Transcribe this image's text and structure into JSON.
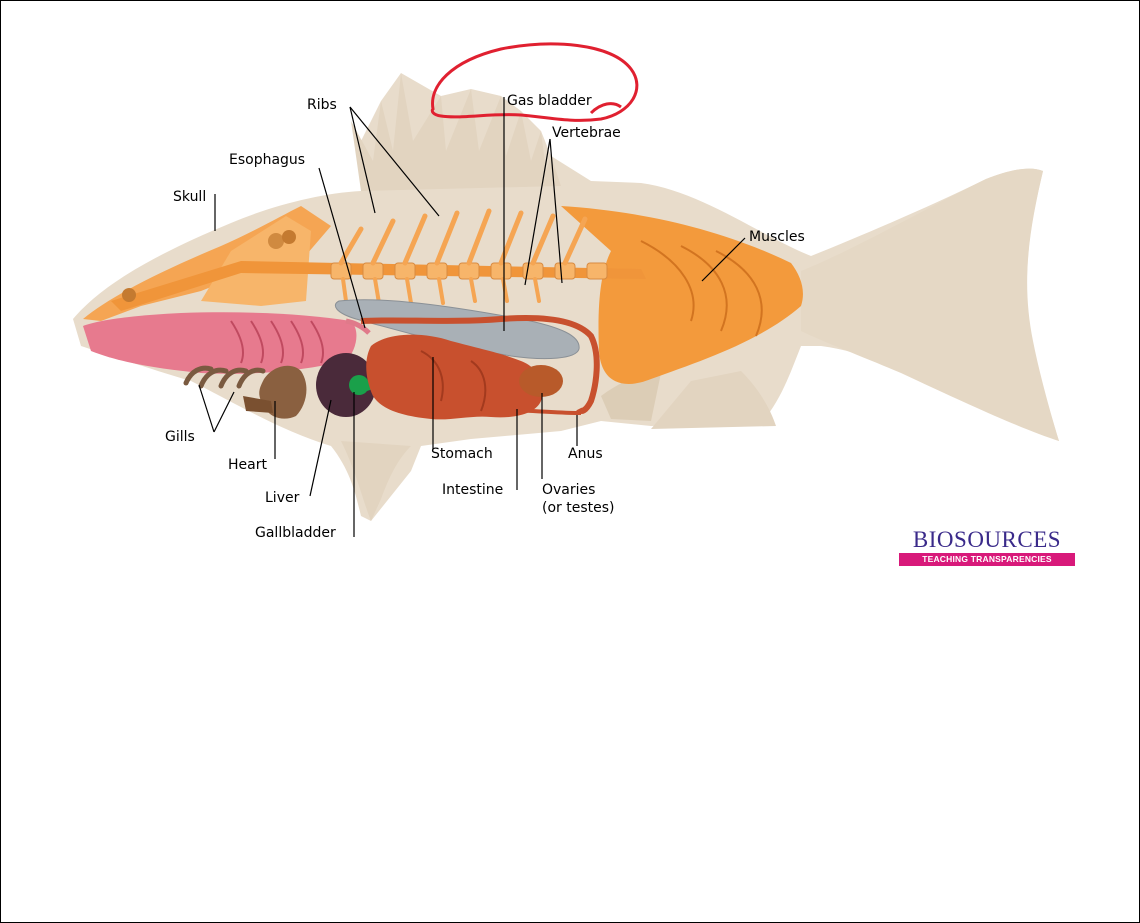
{
  "labels": {
    "ribs": "Ribs",
    "gas_bladder": "Gas bladder",
    "vertebrae": "Vertebrae",
    "esophagus": "Esophagus",
    "skull": "Skull",
    "muscles": "Muscles",
    "gills": "Gills",
    "heart": "Heart",
    "liver": "Liver",
    "gallbladder": "Gallbladder",
    "stomach": "Stomach",
    "intestine": "Intestine",
    "ovaries_line1": "Ovaries",
    "ovaries_line2": "(or testes)",
    "anus": "Anus"
  },
  "logo": {
    "word": "BIOSOURCES",
    "band": "TEACHING TRANSPARENCIES"
  },
  "colors": {
    "body": "#e8dccb",
    "skeleton": "#f5a553",
    "muscle": "#f39a3c",
    "gills": "#e77a8e",
    "stomach": "#c8502e",
    "liver": "#4a2a3a",
    "gallbladder": "#1aa04a",
    "heart": "#8a6040",
    "gas_bladder": "#a9b0b6",
    "annotation": "#e02030",
    "logo_band": "#d8197a",
    "logo_text": "#3a2a8a"
  }
}
